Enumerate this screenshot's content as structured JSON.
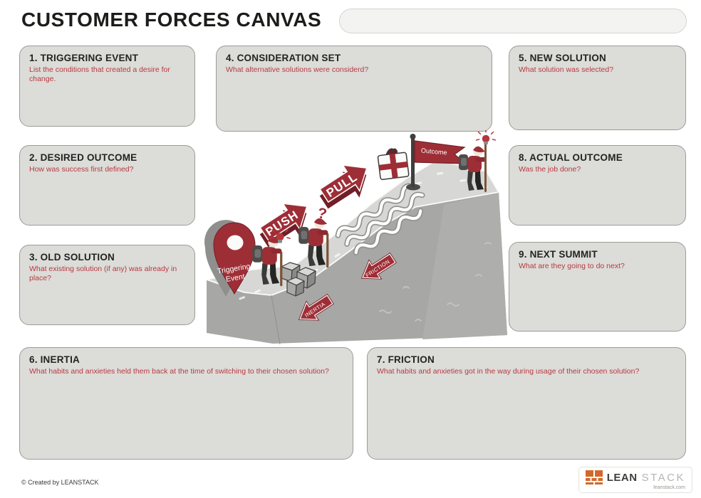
{
  "header": {
    "title": "CUSTOMER FORCES CANVAS",
    "title_field_value": ""
  },
  "boxes": {
    "triggering_event": {
      "title": "1. TRIGGERING EVENT",
      "subtitle": "List the conditions that created a desire for change."
    },
    "desired_outcome": {
      "title": "2. DESIRED OUTCOME",
      "subtitle": "How was success first defined?"
    },
    "old_solution": {
      "title": "3. OLD SOLUTION",
      "subtitle": "What existing solution (if any) was already in place?"
    },
    "consideration_set": {
      "title": "4. CONSIDERATION SET",
      "subtitle": "What alternative solutions were considerd?"
    },
    "new_solution": {
      "title": "5. NEW SOLUTION",
      "subtitle": "What solution was selected?"
    },
    "inertia": {
      "title": "6. INERTIA",
      "subtitle": "What habits and anxieties held them back at the time of switching to their chosen solution?"
    },
    "friction": {
      "title": "7. FRICTION",
      "subtitle": "What habits and anxieties got in the way during usage of their chosen solution?"
    },
    "actual_outcome": {
      "title": "8. ACTUAL OUTCOME",
      "subtitle": "Was the job done?"
    },
    "next_summit": {
      "title": "9. NEXT SUMMIT",
      "subtitle": "What are they going to do next?"
    }
  },
  "illustration": {
    "pin_line1": "Triggering",
    "pin_line2": "Event",
    "push": "PUSH",
    "pull": "PULL",
    "outcome": "Outcome",
    "friction": "FRICTION",
    "inertia": "INERTIA",
    "question_mark": "?"
  },
  "footer": {
    "credit": "© Created by LEANSTACK",
    "brand_lean": "LEAN",
    "brand_stack": "STACK",
    "brand_url": "leanstack.com"
  },
  "colors": {
    "accent_red": "#9E2E36",
    "subtitle_red": "#B83A3F",
    "box_fill": "#DCDCD9",
    "box_border": "#9B9B98",
    "hill_light": "#D7D7D5",
    "hill_dark": "#A7A7A5",
    "brand_orange": "#D4682A"
  }
}
